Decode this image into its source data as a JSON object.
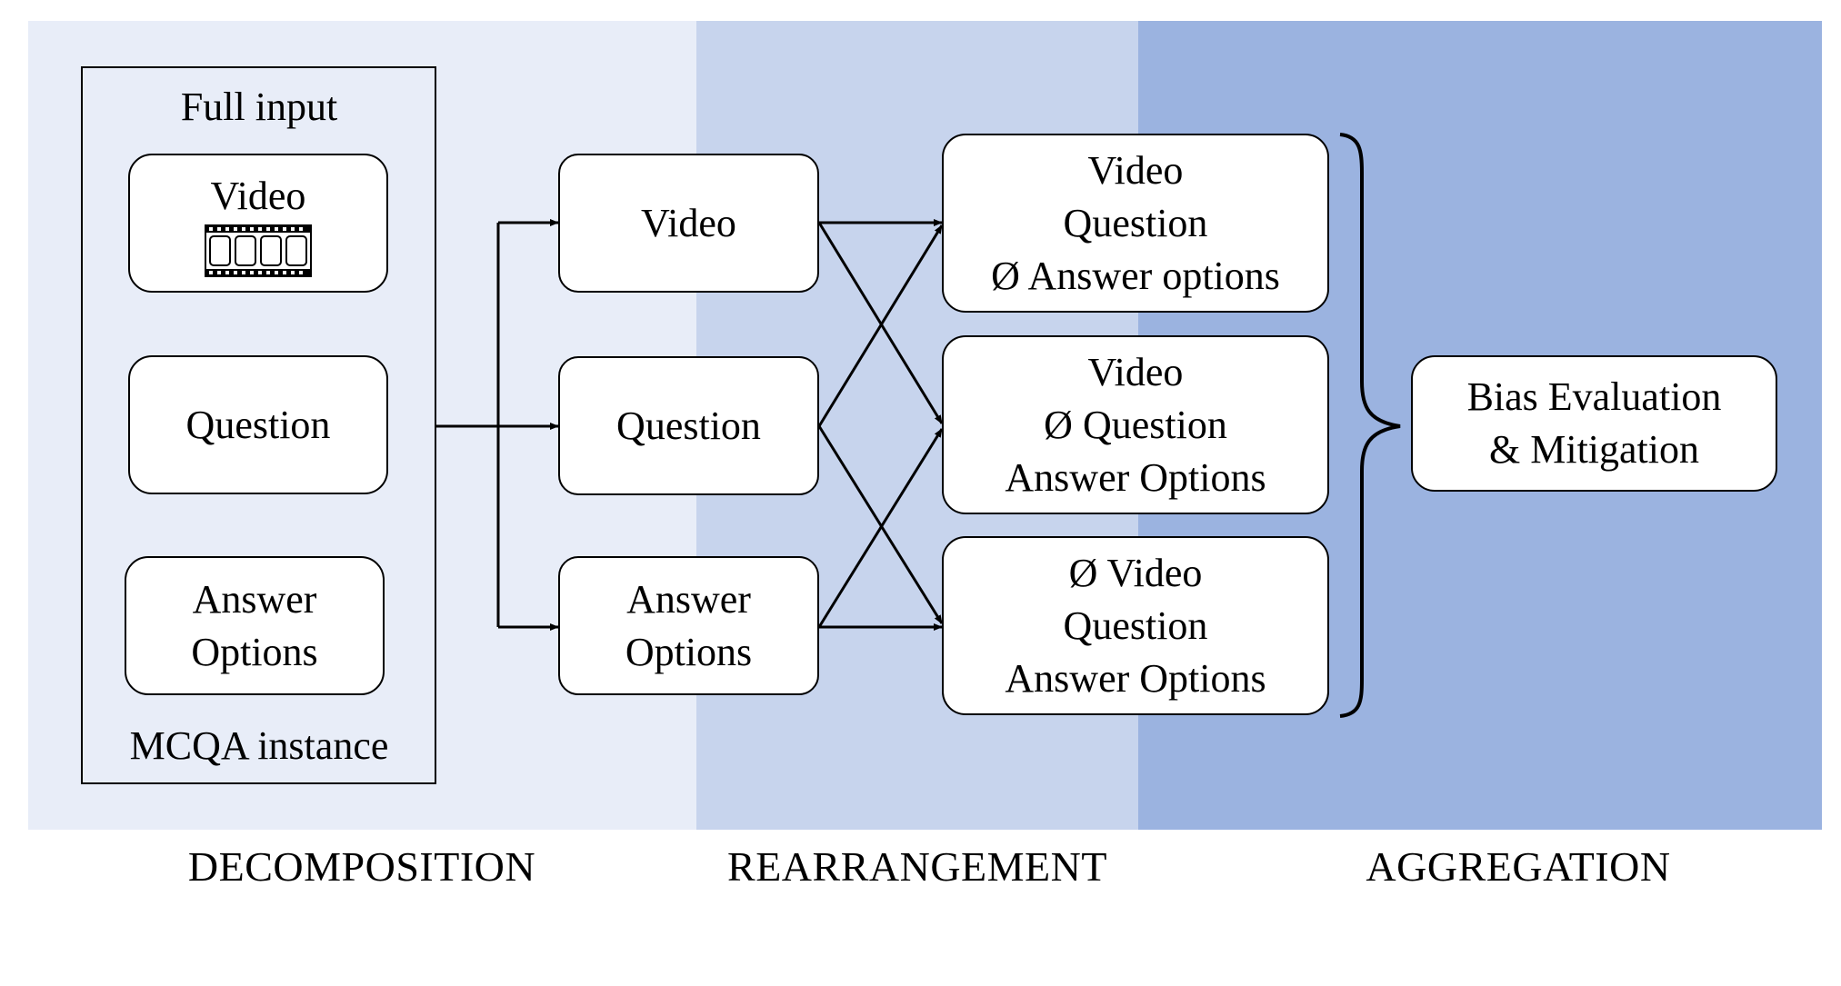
{
  "colors": {
    "decomposition_band": "#e8edf8",
    "rearrangement_band": "#c7d4ed",
    "aggregation_band": "#9bb3e0",
    "box_fill": "#ffffff",
    "stroke": "#000000"
  },
  "full_input": {
    "title": "Full input",
    "footer": "MCQA instance",
    "items": {
      "video": "Video",
      "video_icon": "film-strip-icon",
      "question": "Question",
      "answer_line1": "Answer",
      "answer_line2": "Options"
    }
  },
  "decomposed": {
    "video": "Video",
    "question": "Question",
    "answer_line1": "Answer",
    "answer_line2": "Options"
  },
  "combinations": [
    {
      "line1": "Video",
      "line2": "Question",
      "line3": "Ø Answer options"
    },
    {
      "line1": "Video",
      "line2": "Ø Question",
      "line3": "Answer Options"
    },
    {
      "line1": "Ø Video",
      "line2": "Question",
      "line3": "Answer Options"
    }
  ],
  "result": {
    "line1": "Bias Evaluation",
    "line2": "& Mitigation"
  },
  "stages": {
    "decomposition": "DECOMPOSITION",
    "rearrangement": "REARRANGEMENT",
    "aggregation": "AGGREGATION"
  }
}
